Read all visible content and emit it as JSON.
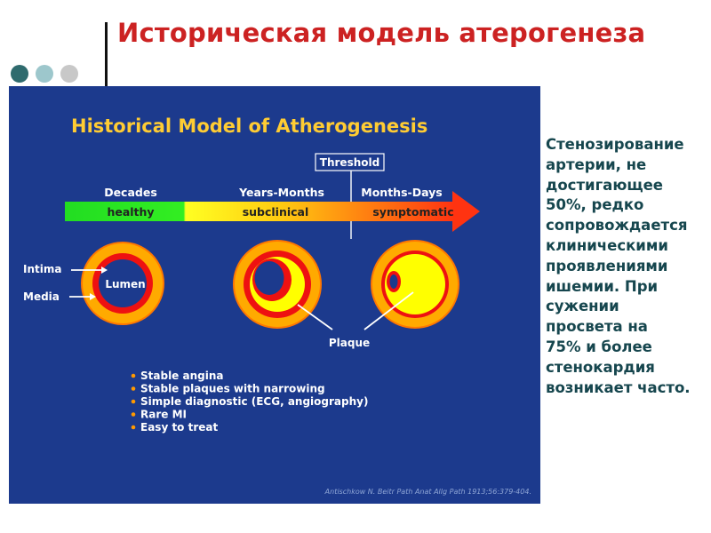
{
  "slide": {
    "title": "Историческая модель атерогенеза",
    "dot_colors": [
      "#2f6b6e",
      "#9dc7cc",
      "#c8c8c8"
    ],
    "accent_color": "#cc2222"
  },
  "figure": {
    "title": "Historical Model of Atherogenesis",
    "threshold_label": "Threshold",
    "phases": [
      {
        "timescale": "Decades",
        "stage": "healthy"
      },
      {
        "timescale": "Years-Months",
        "stage": "subclinical"
      },
      {
        "timescale": "Months-Days",
        "stage": "symptomatic"
      }
    ],
    "labels": {
      "intima": "Intima",
      "media": "Media",
      "lumen": "Lumen",
      "plaque": "Plaque"
    },
    "bullets": [
      "Stable angina",
      "Stable plaques with narrowing",
      "Simple diagnostic (ECG, angiography)",
      "Rare MI",
      "Easy to treat"
    ],
    "citation": "Antischkow N. Beitr Path Anat Allg Path 1913;56:379-404.",
    "colors": {
      "background": "#1c3a8d",
      "title_text": "#ffcc33",
      "healthy": "#22dd22",
      "subclinical": "#ffff22",
      "symptomatic": "#ff3311",
      "outer_ring": "#ffaa00",
      "inner_ring": "#ee1111",
      "plaque": "#ffff00",
      "bullet": "#ff9900"
    }
  },
  "side_text": {
    "lines": [
      "Стенозирование",
      "артерии, не",
      "достигающее",
      "50%, редко",
      "сопровождается",
      "клиническими",
      "проявлениями",
      "ишемии. При",
      "сужении",
      "просвета  на",
      "75% и более",
      "стенокардия",
      "возникает часто."
    ]
  }
}
